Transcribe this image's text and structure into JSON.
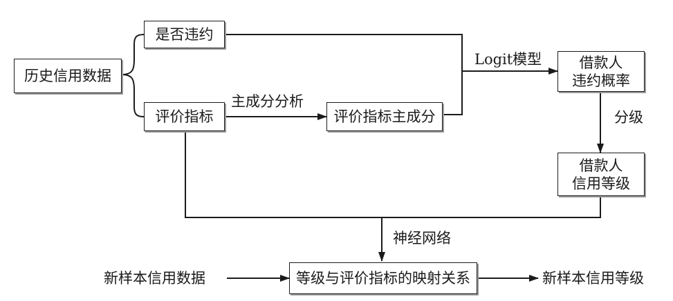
{
  "nodes": {
    "history_data": "历史信用数据",
    "default_flag": "是否违约",
    "eval_index": "评价指标",
    "eval_pc": "评价指标主成分",
    "default_prob": [
      "借款人",
      "违约概率"
    ],
    "credit_grade": [
      "借款人",
      "信用等级"
    ],
    "mapping": "等级与评价指标的映射关系"
  },
  "edge_labels": {
    "pca": "主成分分析",
    "logit": "Logit模型",
    "grading": "分级",
    "neural_net": "神经网络"
  },
  "io": {
    "input": "新样本信用数据",
    "output": "新样本信用等级"
  }
}
